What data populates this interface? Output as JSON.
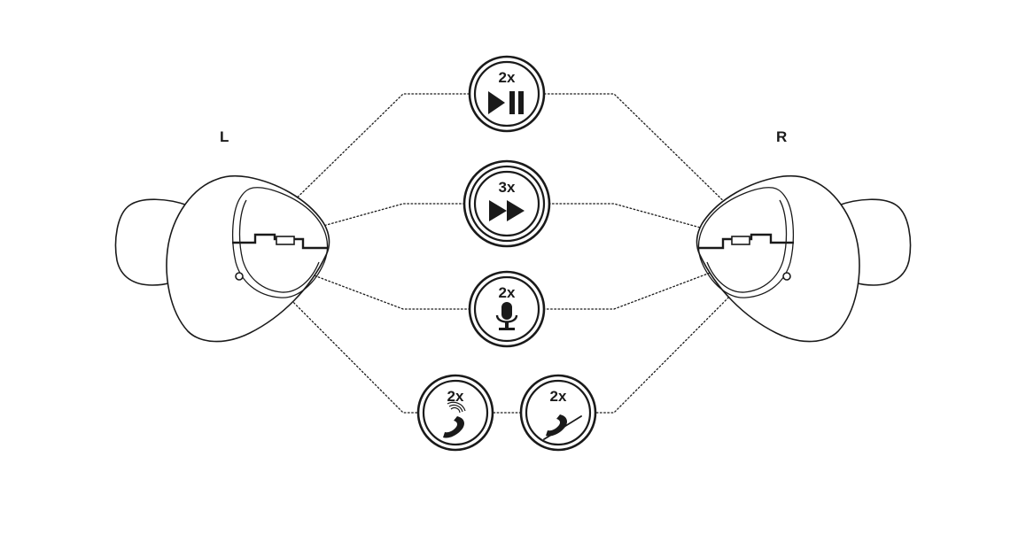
{
  "earbuds": {
    "left_label": "L",
    "right_label": "R"
  },
  "controls": [
    {
      "id": "play-pause",
      "count": "2x",
      "icon": "play-pause-icon"
    },
    {
      "id": "next-track",
      "count": "3x",
      "icon": "fast-forward-icon"
    },
    {
      "id": "voice-assistant",
      "count": "2x",
      "icon": "microphone-icon"
    },
    {
      "id": "answer-call",
      "count": "2x",
      "icon": "phone-ringing-icon"
    },
    {
      "id": "end-call",
      "count": "2x",
      "icon": "phone-hangup-icon"
    }
  ],
  "colors": {
    "ink": "#1a1a1a",
    "background": "#ffffff"
  }
}
